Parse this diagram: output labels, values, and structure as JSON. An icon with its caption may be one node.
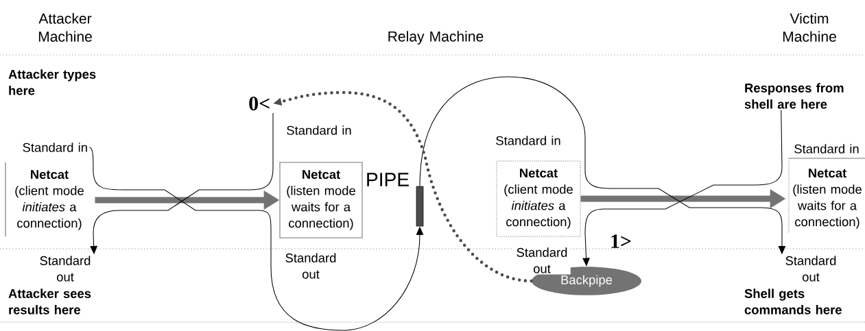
{
  "diagram": {
    "nodes": [
      {
        "text": [
          "Netcat",
          "(client mode *initiates* a connection)"
        ]
      },
      {
        "text": [
          "Netcat",
          "(listen mode waits for a connection)"
        ]
      },
      {
        "text": [],
        "shape": "bar",
        "beside": [
          "PIPE"
        ]
      },
      {
        "text": [
          "Netcat",
          "(client mode *initiates* a connection)"
        ]
      },
      {
        "text": [
          "Backpipe"
        ]
      },
      {
        "text": [
          "Netcat",
          "(listen mode waits for a connection)"
        ]
      },
      {
        "text": [
          "0<"
        ]
      },
      {
        "text": [
          "Standard in"
        ]
      },
      {
        "text": [
          "Standard out"
        ]
      },
      {
        "text": [
          "Standard out"
        ]
      },
      {
        "text": [
          "Responses from shell are here"
        ]
      }
    ],
    "edges": [
      {
        "from": 0,
        "to": 1,
        "arrow": "to",
        "style": "thick",
        "color": "#737373"
      },
      {
        "from": 3,
        "to": 5,
        "arrow": "to",
        "style": "thick",
        "color": "#737373"
      },
      {
        "from": 7,
        "to": 2,
        "arrow": "to"
      },
      {
        "from": 2,
        "to": 9,
        "arrow": "to"
      },
      {
        "from": 10,
        "to": 4,
        "arrow": "to"
      },
      {
        "from": 4,
        "to": 6,
        "arrow": "to",
        "style": "dashed"
      },
      {
        "from": 6,
        "to": 8,
        "arrow": "to"
      }
    ],
    "labels": [
      "Attacker Machine",
      "Relay Machine",
      "Victim Machine",
      "Attacker types here",
      "Standard in",
      "Standard in",
      "Standard in",
      "Standard out",
      "Standard out",
      "1>",
      "Attacker sees results here",
      "Shell gets commands here"
    ]
  }
}
